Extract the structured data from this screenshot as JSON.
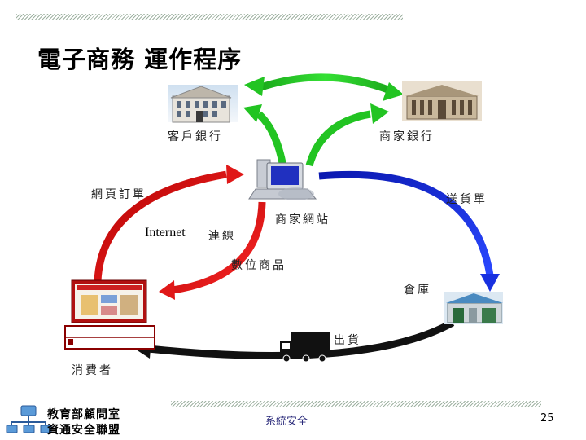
{
  "title": "電子商務 運作程序",
  "nodes": {
    "customer_bank": "客戶銀行",
    "merchant_bank": "商家銀行",
    "merchant_site": "商家網站",
    "warehouse": "倉庫",
    "consumer": "消費者"
  },
  "flows": {
    "web_order": "網頁訂單",
    "internet": "Internet",
    "connect": "連線",
    "digital_goods": "數位商品",
    "delivery_order": "送貨單",
    "shipping": "出貨"
  },
  "footer": {
    "org_line1": "教育部顧問室",
    "org_line2": "資通安全聯盟",
    "center_text": "系統安全",
    "page_number": "25"
  },
  "colors": {
    "green_arrows": "#22c422",
    "red_arrows": "#e01818",
    "blue_arrow": "#1830e0",
    "black_arrow": "#111111"
  }
}
